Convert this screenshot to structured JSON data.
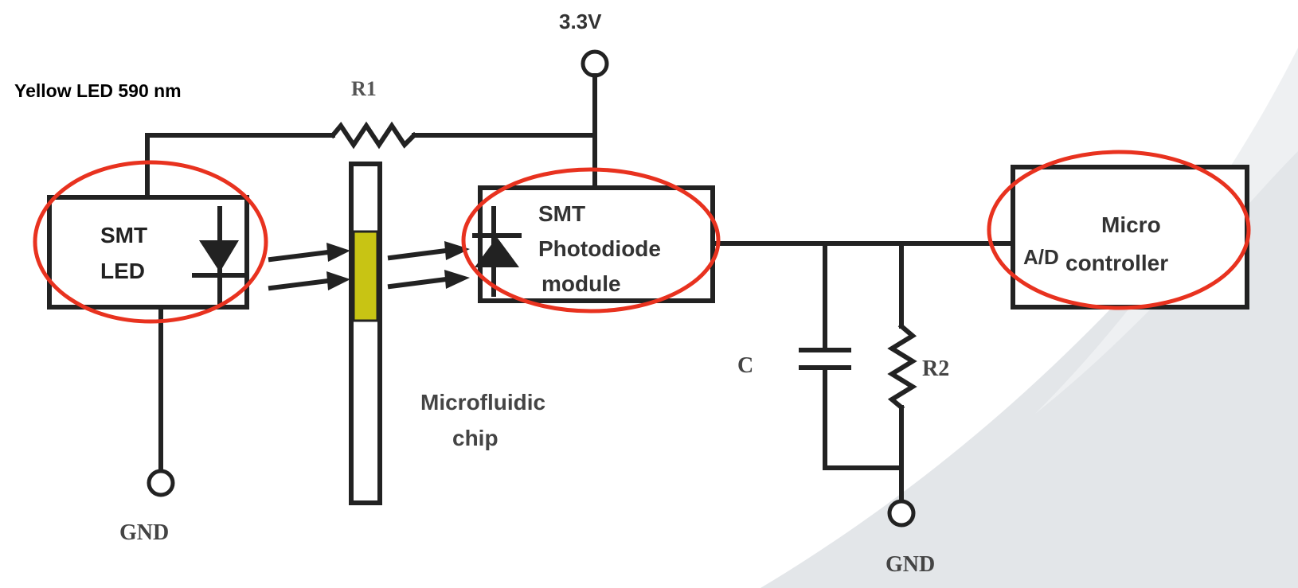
{
  "caption": "Yellow LED 590 nm",
  "supply_label": "3.3V",
  "resistor1_label": "R1",
  "resistor2_label": "R2",
  "capacitor_label": "C",
  "led_module": {
    "line1": "SMT",
    "line2": "LED"
  },
  "photodiode_module": {
    "line1": "SMT",
    "line2": "Photodiode",
    "line3": "module"
  },
  "chip": {
    "line1": "Microfluidic",
    "line2": "chip",
    "fill_color": "#c8c414"
  },
  "microcontroller": {
    "adc_label": "A/D",
    "line1": "Micro",
    "line2": "controller"
  },
  "ground_left": "GND",
  "ground_right": "GND",
  "colors": {
    "highlight": "#e8321f",
    "wire": "#222222",
    "background_shape": "#e3e6e9"
  }
}
